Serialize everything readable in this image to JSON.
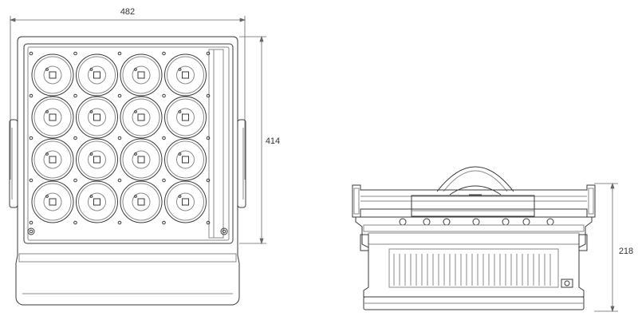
{
  "dimensions": {
    "width": "482",
    "height": "414",
    "depth": "218"
  },
  "front_view": {
    "led_rows": 4,
    "led_columns": 4
  },
  "colors": {
    "line": "#3a3a3a",
    "light_line": "#8a8a8a",
    "dim_line": "#666666"
  }
}
